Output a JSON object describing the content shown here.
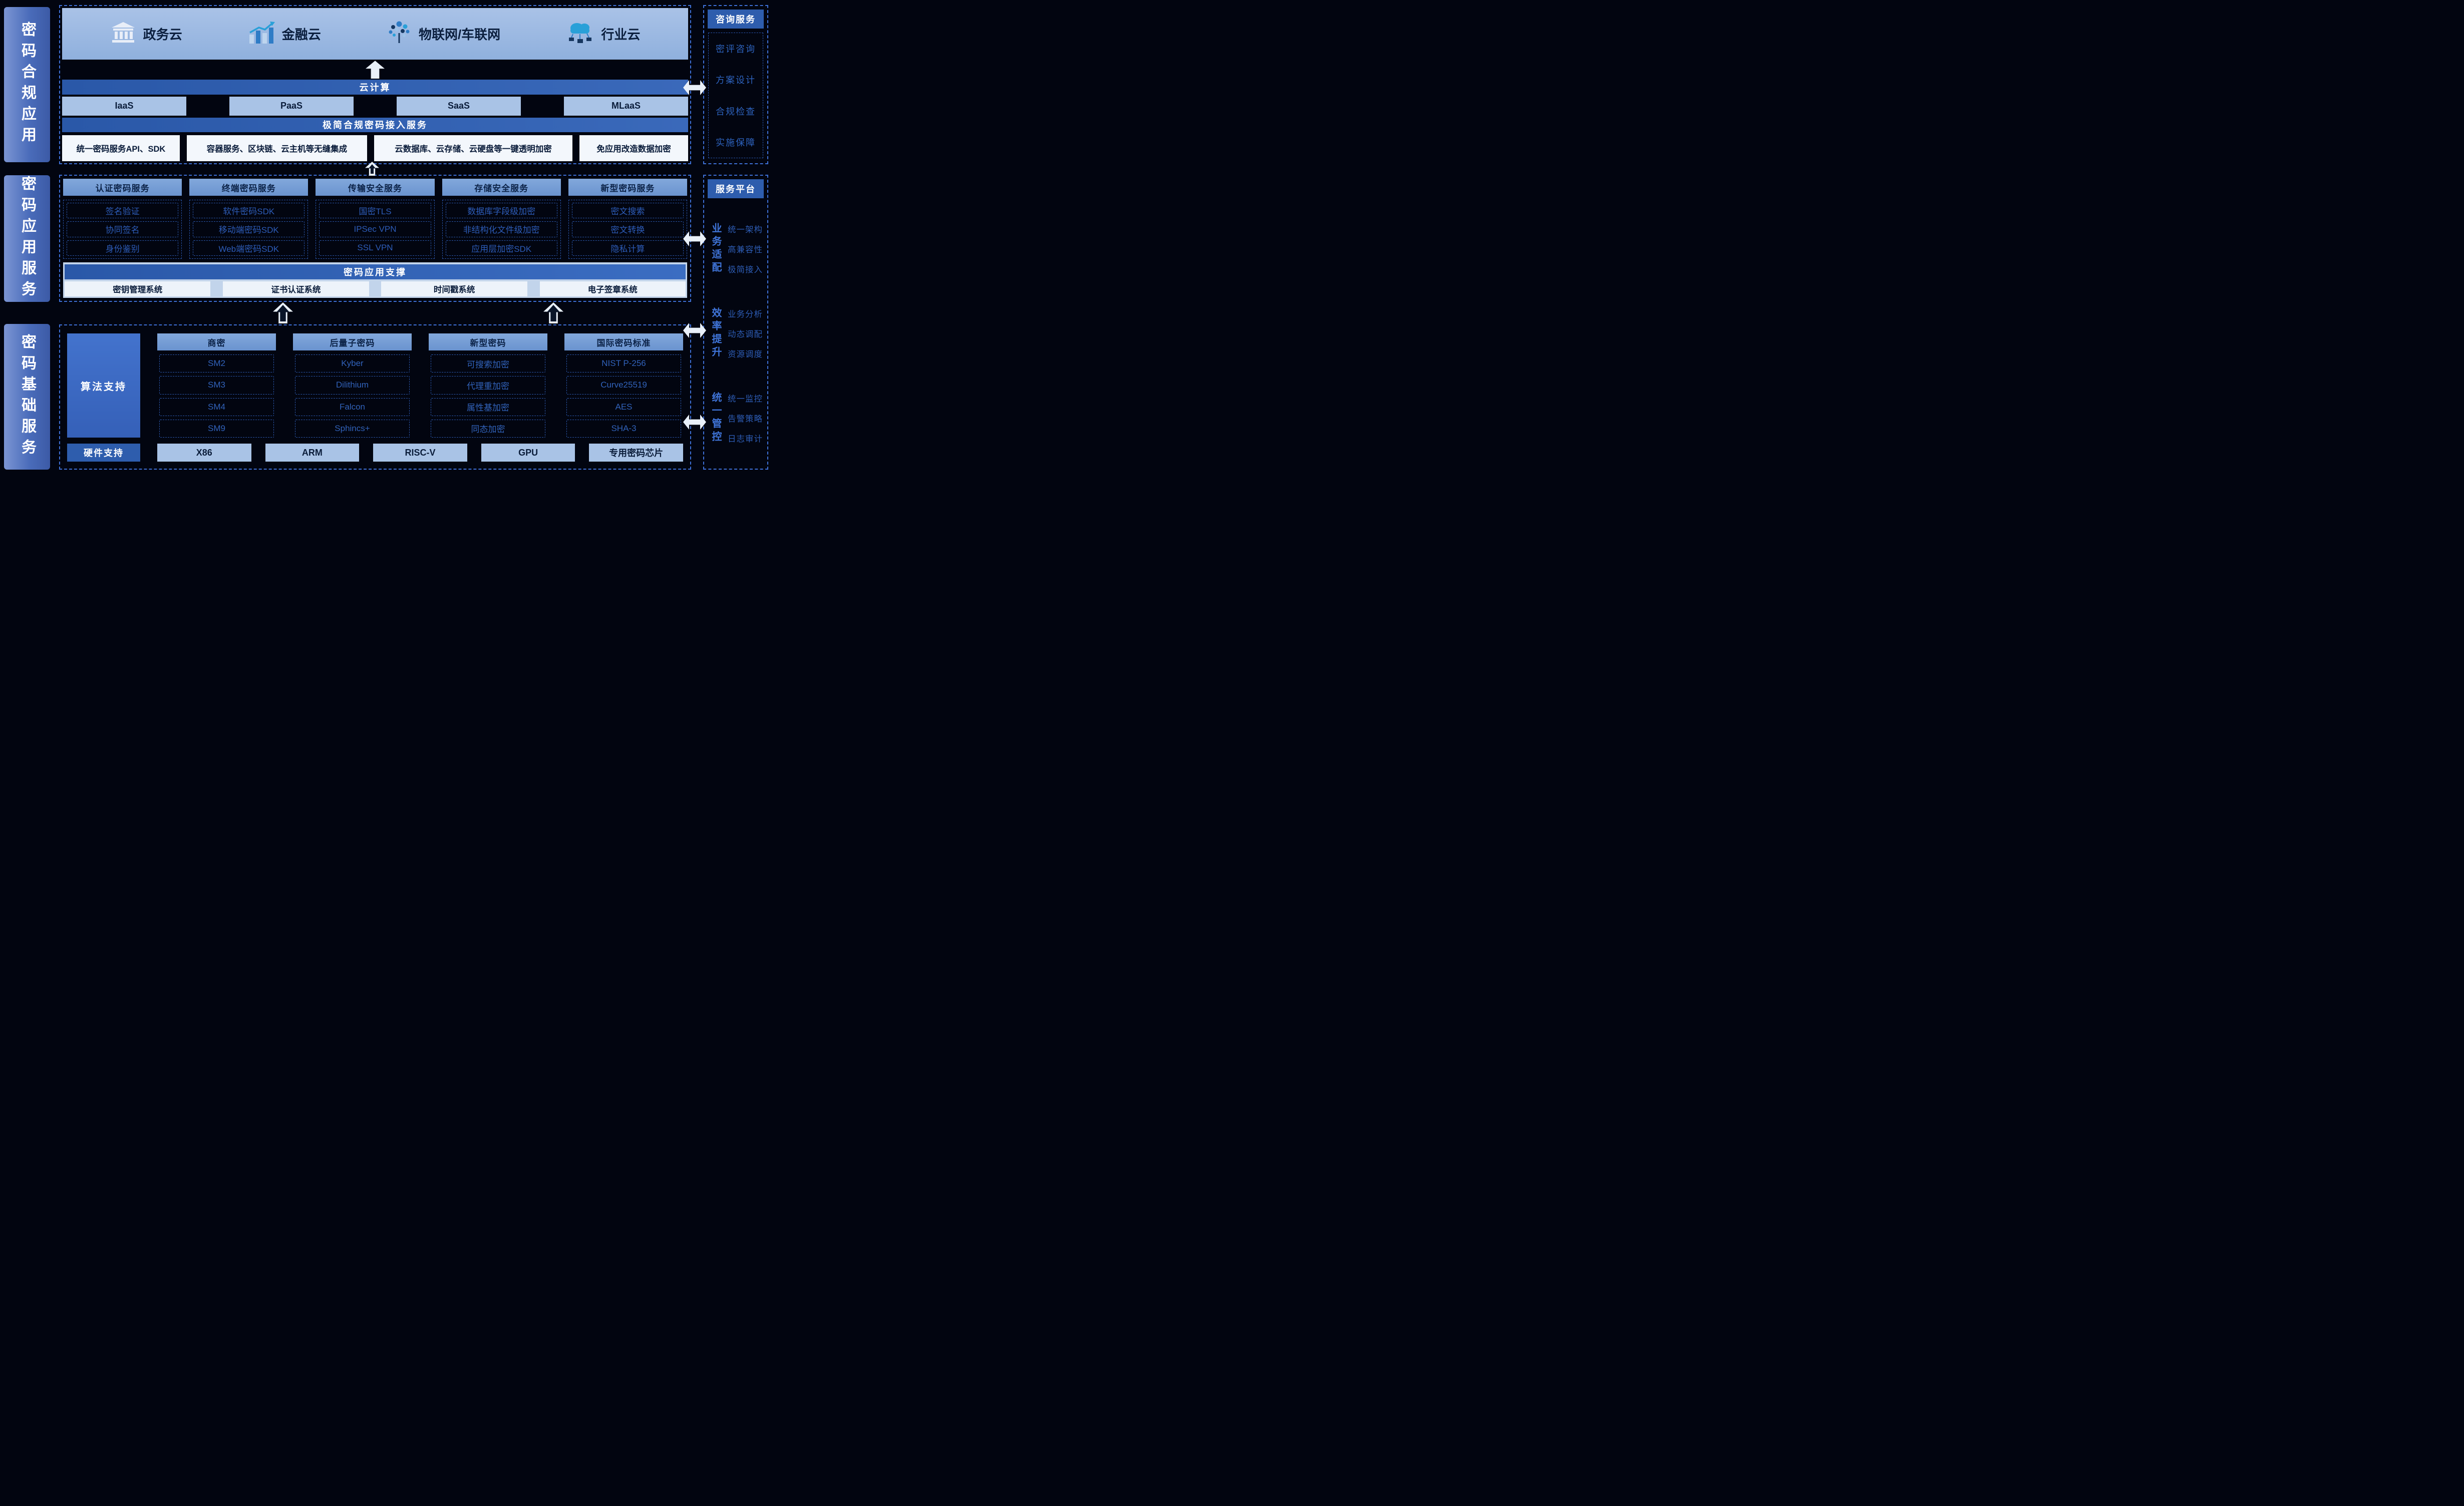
{
  "compliance": {
    "side_label": "密码合规应用",
    "clouds": [
      {
        "label": "政务云",
        "icon": "government-building-icon"
      },
      {
        "label": "金融云",
        "icon": "finance-chart-icon"
      },
      {
        "label": "物联网/车联网",
        "icon": "iot-network-icon"
      },
      {
        "label": "行业云",
        "icon": "industry-cloud-icon"
      }
    ],
    "cloud_bar": "云计算",
    "models": [
      "IaaS",
      "PaaS",
      "SaaS",
      "MLaaS"
    ],
    "access_bar": "极简合规密码接入服务",
    "access_items": [
      "统一密码服务API、SDK",
      "容器服务、区块链、云主机等无缝集成",
      "云数据库、云存储、云硬盘等一键透明加密",
      "免应用改造数据加密"
    ]
  },
  "application": {
    "side_label": "密码应用服务",
    "columns": [
      {
        "header": "认证密码服务",
        "items": [
          "签名验证",
          "协同签名",
          "身份鉴别"
        ]
      },
      {
        "header": "终端密码服务",
        "items": [
          "软件密码SDK",
          "移动端密码SDK",
          "Web端密码SDK"
        ]
      },
      {
        "header": "传输安全服务",
        "items": [
          "国密TLS",
          "IPSec VPN",
          "SSL VPN"
        ]
      },
      {
        "header": "存储安全服务",
        "items": [
          "数据库字段级加密",
          "非结构化文件级加密",
          "应用层加密SDK"
        ]
      },
      {
        "header": "新型密码服务",
        "items": [
          "密文搜索",
          "密文转换",
          "隐私计算"
        ]
      }
    ],
    "support_bar": "密码应用支撑",
    "support_items": [
      "密钥管理系统",
      "证书认证系统",
      "时间戳系统",
      "电子签章系统"
    ]
  },
  "foundation": {
    "side_label": "密码基础服务",
    "algorithm_label": "算法支持",
    "columns": [
      {
        "header": "商密",
        "items": [
          "SM2",
          "SM3",
          "SM4",
          "SM9"
        ]
      },
      {
        "header": "后量子密码",
        "items": [
          "Kyber",
          "Dilithium",
          "Falcon",
          "Sphincs+"
        ]
      },
      {
        "header": "新型密码",
        "items": [
          "可搜索加密",
          "代理重加密",
          "属性基加密",
          "同态加密"
        ]
      },
      {
        "header": "国际密码标准",
        "items": [
          "NIST P-256",
          "Curve25519",
          "AES",
          "SHA-3"
        ]
      }
    ],
    "hardware_label": "硬件支持",
    "hardware_items": [
      "X86",
      "ARM",
      "RISC-V",
      "GPU",
      "专用密码芯片"
    ]
  },
  "consulting": {
    "header": "咨询服务",
    "items": [
      "密评咨询",
      "方案设计",
      "合规检查",
      "实施保障"
    ]
  },
  "platform": {
    "header": "服务平台",
    "groups": [
      {
        "label": "业务适配",
        "items": [
          "统一架构",
          "高兼容性",
          "极简接入"
        ]
      },
      {
        "label": "效率提升",
        "items": [
          "业务分析",
          "动态调配",
          "资源调度"
        ]
      },
      {
        "label": "统一管控",
        "items": [
          "统一监控",
          "告警策略",
          "日志审计"
        ]
      }
    ]
  },
  "colors": {
    "background": "#020510",
    "accent_bar": "#2e5dad",
    "light_box": "#a9c3e6",
    "banner": "#9cb8e1",
    "dashed_border": "#3e70d6"
  }
}
